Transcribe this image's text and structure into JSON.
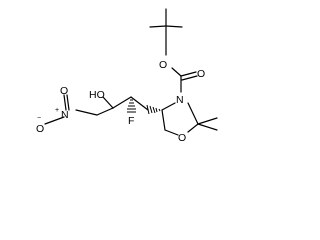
{
  "molecule": {
    "labels": {
      "oh": "HO",
      "nitro_n": "N",
      "nitro_o_top": "O",
      "nitro_o_left": "O",
      "nitro_plus": "+",
      "nitro_minus": "−",
      "fluorine": "F",
      "ring_n": "N",
      "ring_o": "O",
      "ester_o": "O",
      "carbonyl_o": "O"
    }
  }
}
